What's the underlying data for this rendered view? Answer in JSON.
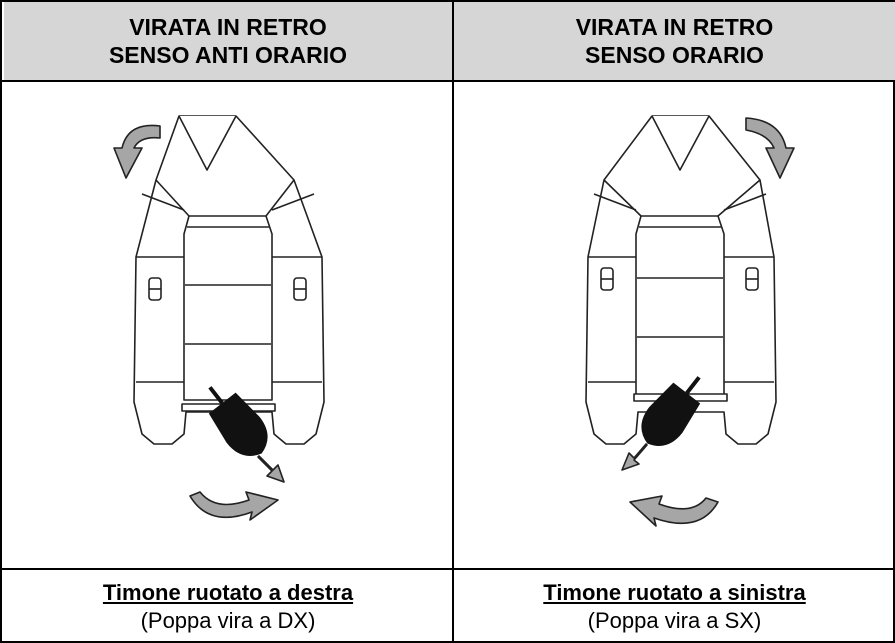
{
  "columns": [
    {
      "header_line1": "VIRATA IN RETRO",
      "header_line2": "SENSO ANTI ORARIO",
      "footer_title": "Timone ruotato a destra",
      "footer_subtitle": "(Poppa vira a DX)"
    },
    {
      "header_line1": "VIRATA IN RETRO",
      "header_line2": "SENSO ORARIO",
      "footer_title": "Timone ruotato a sinistra",
      "footer_subtitle": "(Poppa vira a SX)"
    }
  ],
  "colors": {
    "header_bg": "#d6d6d6",
    "arrow_fill": "#a6a6a6",
    "motor_fill": "#111111",
    "outline": "#222222"
  }
}
